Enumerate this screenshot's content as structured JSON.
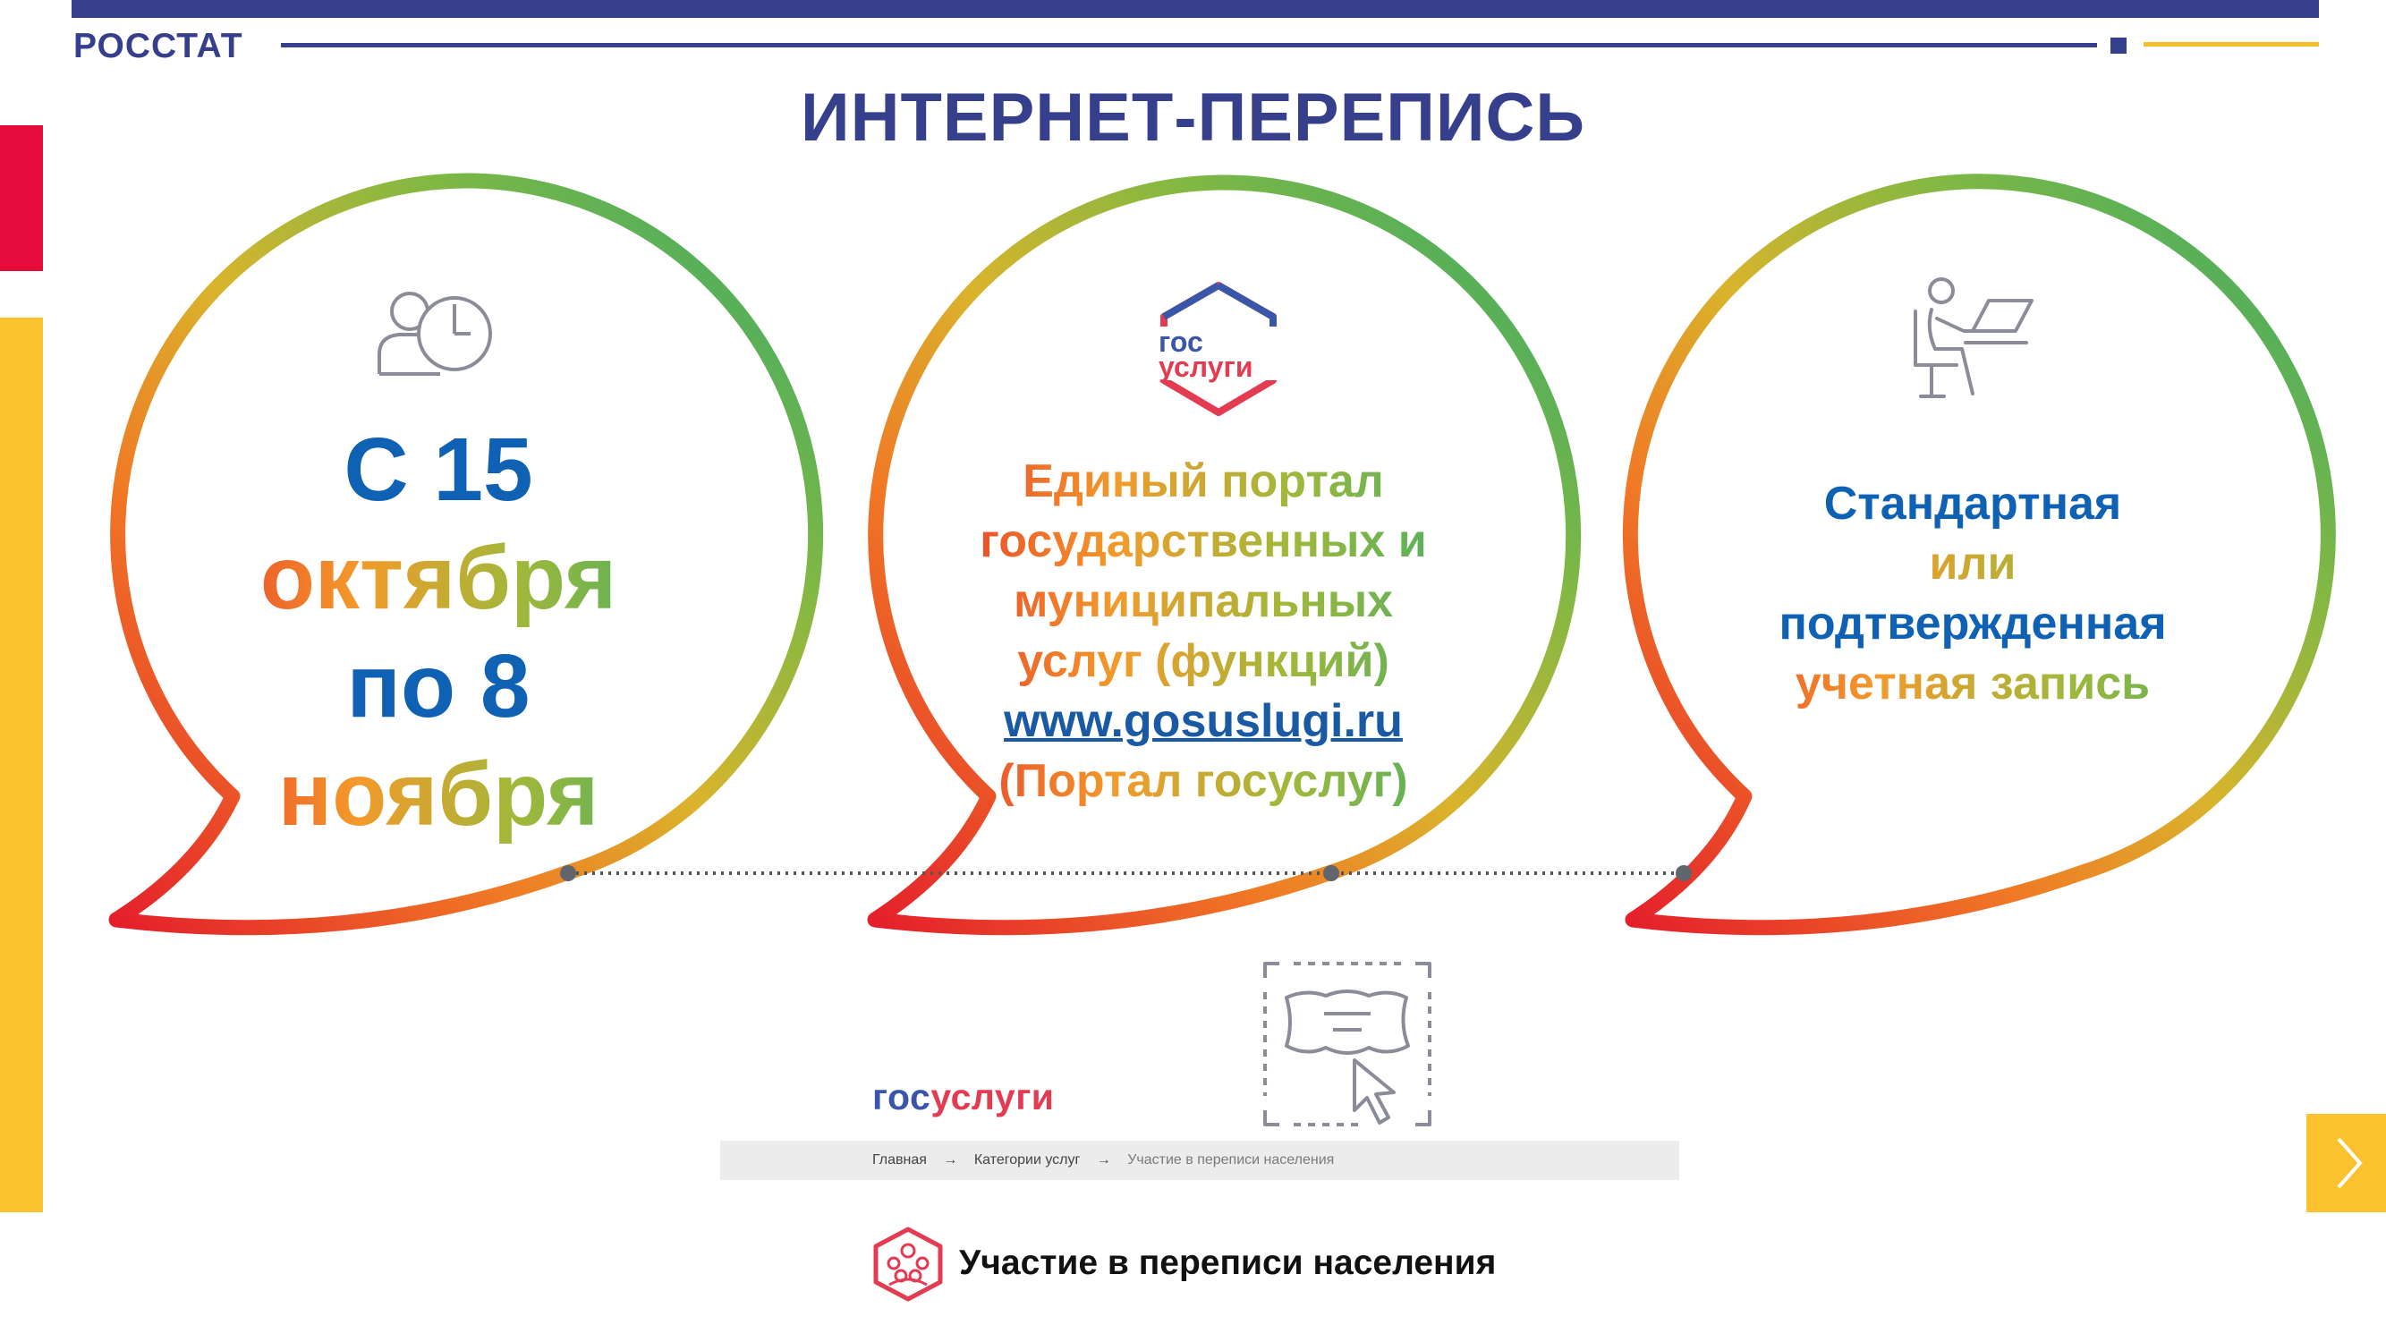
{
  "header": {
    "brand": "РОССТАТ",
    "title": "ИНТЕРНЕТ-ПЕРЕПИСЬ"
  },
  "bubbles": [
    {
      "icon": "person-clock-icon",
      "lines": [
        "С 15",
        "октября",
        "по 8",
        "ноября"
      ]
    },
    {
      "icon": "gosuslugi-logo-icon",
      "logo_text": [
        "гос",
        "услуги"
      ],
      "lines": [
        "Единый портал",
        "государственных и",
        "муниципальных",
        "услуг (функций)",
        "www.gosuslugi.ru",
        "(Портал госуслуг)"
      ]
    },
    {
      "icon": "person-at-computer-icon",
      "lines": [
        "Стандартная",
        "или",
        "подтвержденная",
        "учетная запись"
      ]
    }
  ],
  "portal": {
    "logo": [
      "гос",
      "услуги"
    ],
    "breadcrumb": [
      "Главная",
      "Категории услуг",
      "Участие в переписи населения"
    ],
    "breadcrumb_sep": "→",
    "service_title": "Участие в переписи населения",
    "service_icon": "people-hexagon-icon",
    "certificate_icon": "certificate-click-icon"
  },
  "navigation": {
    "next_icon": "chevron-right-icon"
  },
  "colors": {
    "navy": "#353f8b",
    "red": "#e30c3a",
    "yellow": "#fbc22d",
    "blue_text": "#0f61b4",
    "gradient": [
      "#e82e2b",
      "#f39a2a",
      "#a0b83a",
      "#3aae6a"
    ]
  }
}
